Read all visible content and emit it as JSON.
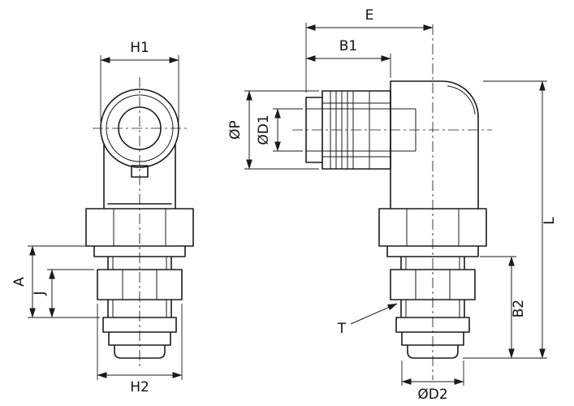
{
  "drawing": {
    "type": "technical-drawing",
    "subject": "bulkhead elbow push-in fitting, two orthographic views",
    "colors": {
      "line": "#1b1b1b",
      "background": "#ffffff"
    },
    "views": {
      "front": {
        "dimensions": {
          "h1": "H1",
          "h2": "H2",
          "a": "A",
          "j": "J"
        }
      },
      "side": {
        "dimensions": {
          "e": "E",
          "b1": "B1",
          "phi_p": "ØP",
          "phi_d1": "ØD1",
          "l": "L",
          "b2": "B2",
          "t": "T",
          "phi_d2": "ØD2"
        }
      }
    }
  }
}
